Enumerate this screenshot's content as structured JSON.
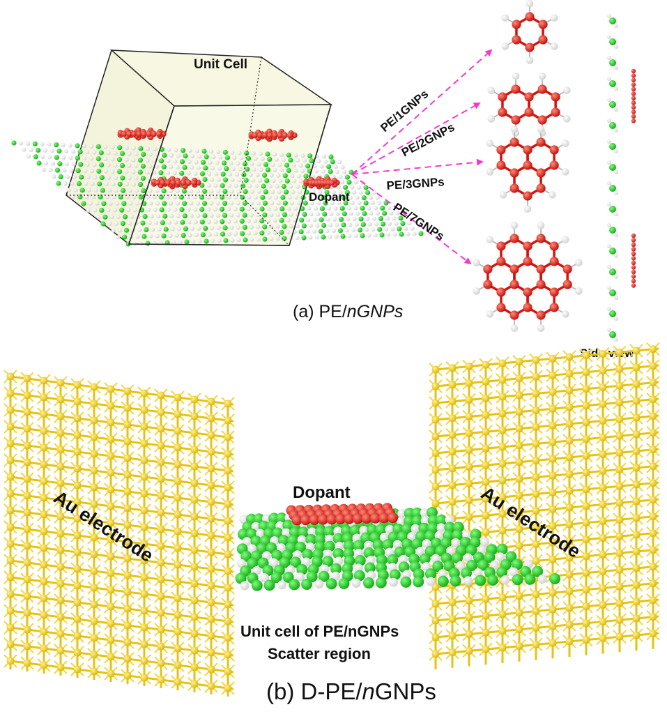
{
  "panel_a": {
    "unit_cell_label": "Unit Cell",
    "dopant_label": "Dopant",
    "arrows": [
      {
        "label": "PE/1GNPs"
      },
      {
        "label": "PE/2GNPs"
      },
      {
        "label": "PE/3GNPs"
      },
      {
        "label": "PE/7GNPs"
      }
    ],
    "caption_prefix": "(a) PE/",
    "caption_italic": "nGNPs",
    "side_view_label": "Side view"
  },
  "panel_b": {
    "dopant_label": "Dopant",
    "left_electrode_label": "Au electrode",
    "right_electrode_label": "Au electrode",
    "unit_cell_label": "Unit cell of PE/nGNPs",
    "scatter_label": "Scatter region",
    "caption_prefix": "(b) D-PE/",
    "caption_italic": "n",
    "caption_suffix": "GNPs"
  },
  "colors": {
    "carbon_pe": "#1ed31e",
    "hydrogen": "#ffffff",
    "carbon_dopant": "#e8150e",
    "gold": "#f2d21c",
    "arrow": "#f23ad2",
    "box_fill": "#f6f6e0"
  }
}
